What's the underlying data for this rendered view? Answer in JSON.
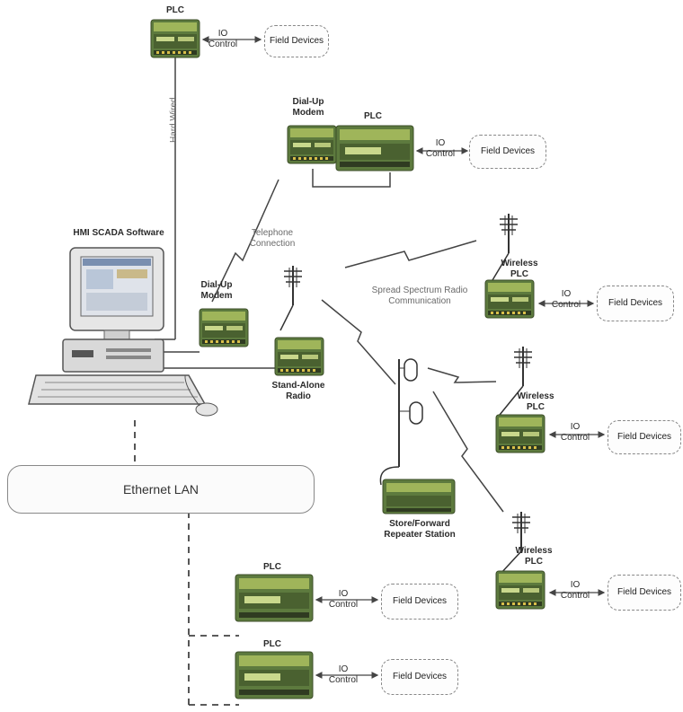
{
  "hmi": {
    "title": "HMI SCADA Software"
  },
  "lan": {
    "label": "Ethernet LAN"
  },
  "links": {
    "hard_wired": "Hard Wired",
    "telephone": "Telephone Connection",
    "spread_spectrum": "Spread Spectrum Radio Communication"
  },
  "devices": {
    "plc_top": "PLC",
    "dialup_modem_remote": "Dial-Up Modem",
    "plc_remote": "PLC",
    "dialup_modem_local": "Dial-Up Modem",
    "standalone_radio": "Stand-Alone Radio",
    "wireless_plc_1": "Wireless PLC",
    "wireless_plc_2": "Wireless PLC",
    "wireless_plc_3": "Wireless PLC",
    "repeater": "Store/Forward Repeater Station",
    "plc_lan_1": "PLC",
    "plc_lan_2": "PLC"
  },
  "io_control": "IO Control",
  "field_devices": "Field Devices"
}
